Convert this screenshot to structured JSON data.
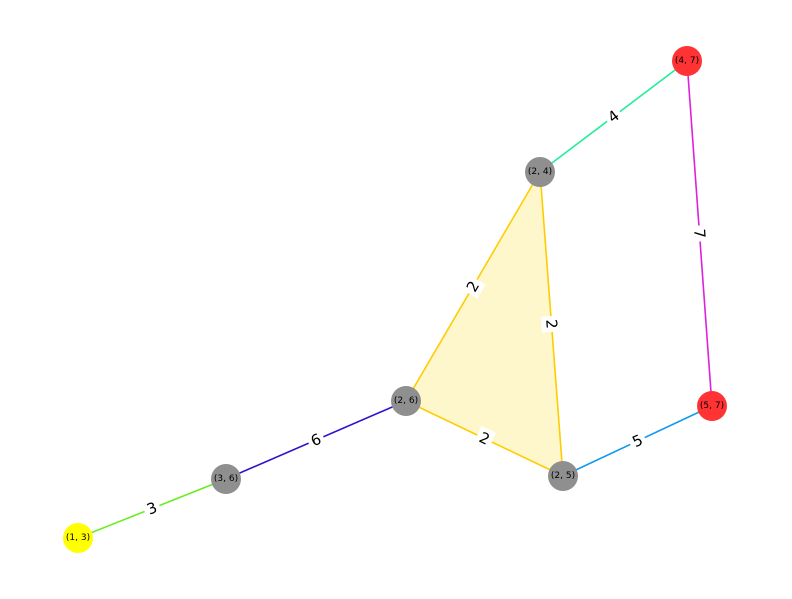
{
  "graph": {
    "nodes": [
      {
        "id": "n14",
        "label": "(1, 3)",
        "color": "#ffff00"
      },
      {
        "id": "n36",
        "label": "(3, 6)",
        "color": "#8f8f8f"
      },
      {
        "id": "n26",
        "label": "(2, 6)",
        "color": "#8f8f8f"
      },
      {
        "id": "n25",
        "label": "(2, 5)",
        "color": "#8f8f8f"
      },
      {
        "id": "n24",
        "label": "(2, 4)",
        "color": "#8f8f8f"
      },
      {
        "id": "n47",
        "label": "(4, 7)",
        "color": "#ff3333"
      },
      {
        "id": "n57",
        "label": "(5, 7)",
        "color": "#ff3333"
      }
    ],
    "edges": [
      {
        "id": "e1",
        "from": "n14",
        "to": "n36",
        "weight": "3",
        "color": "#66ee22"
      },
      {
        "id": "e2",
        "from": "n36",
        "to": "n26",
        "weight": "6",
        "color": "#3311cc"
      },
      {
        "id": "e3",
        "from": "n26",
        "to": "n24",
        "weight": "2",
        "color": "#ffcc00"
      },
      {
        "id": "e4",
        "from": "n26",
        "to": "n25",
        "weight": "2",
        "color": "#ffcc00"
      },
      {
        "id": "e5",
        "from": "n24",
        "to": "n25",
        "weight": "2",
        "color": "#ffcc00"
      },
      {
        "id": "e6",
        "from": "n24",
        "to": "n47",
        "weight": "4",
        "color": "#22ee99"
      },
      {
        "id": "e7",
        "from": "n25",
        "to": "n57",
        "weight": "5",
        "color": "#1199ee"
      },
      {
        "id": "e8",
        "from": "n47",
        "to": "n57",
        "weight": "7",
        "color": "#dd22dd"
      }
    ],
    "highlight": {
      "nodes": [
        "n26",
        "n24",
        "n25"
      ],
      "fill": "#fff7cc"
    }
  }
}
